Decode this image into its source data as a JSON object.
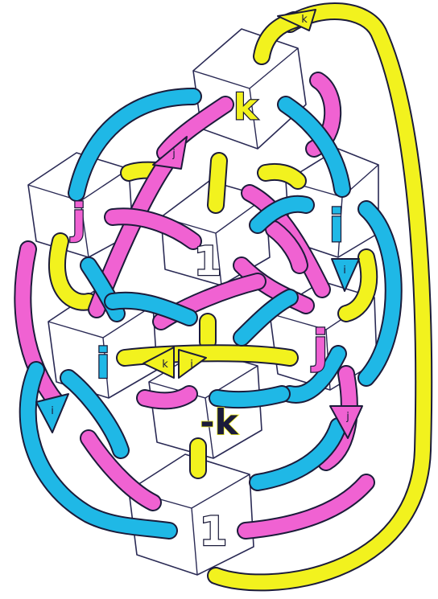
{
  "diagram": {
    "colors": {
      "i": "#1fb8e6",
      "j": "#f062d2",
      "k": "#f2f21e",
      "outline": "#1b1b3a",
      "label_fill": "#ffffff",
      "label_k_fill": "#1b1b3a"
    },
    "nodes": {
      "k_top": "k",
      "j_left": "j",
      "i_right": "i",
      "one_center": "1",
      "i_left": "i",
      "j_right": "j",
      "neg_k": "-k",
      "one_bottom": "1"
    },
    "arrow_labels": {
      "top_k": "k",
      "top_j": "j",
      "right_i": "i",
      "center_k": "k",
      "center_j": "j",
      "left_i": "i",
      "right_j": "j"
    }
  }
}
